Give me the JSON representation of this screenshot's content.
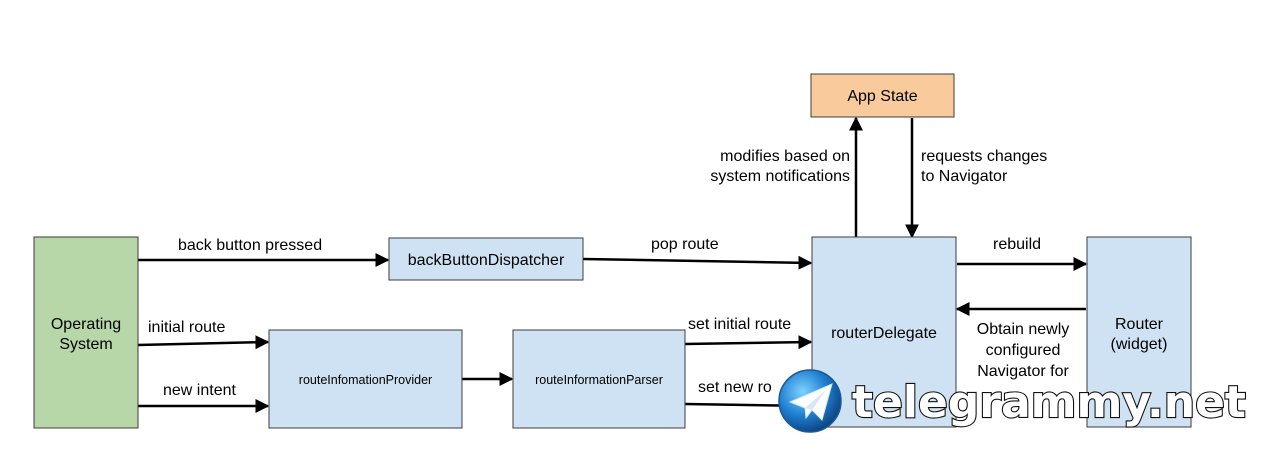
{
  "colors": {
    "os_fill": "#b7d7a8",
    "blue_fill": "#cfe2f3",
    "app_state_fill": "#f9cb9c",
    "stroke": "#3c3c3c"
  },
  "nodes": {
    "app_state": "App State",
    "operating_system": [
      "Operating",
      "System"
    ],
    "back_button_dispatcher": "backButtonDispatcher",
    "router_delegate": "routerDelegate",
    "router_widget": [
      "Router",
      "(widget)"
    ],
    "route_information_provider": "routeInfomationProvider",
    "route_information_parser": "routeInformationParser"
  },
  "edges": {
    "back_button_pressed": "back button pressed",
    "pop_route": "pop route",
    "initial_route": "initial route",
    "new_intent": "new intent",
    "set_initial_route": "set initial route",
    "set_new_route": "set new ro",
    "rebuild": "rebuild",
    "modifies": [
      "modifies based on",
      "system notifications"
    ],
    "requests": [
      "requests changes",
      "to Navigator"
    ],
    "obtain": [
      "Obtain newly",
      "configured",
      "Navigator for"
    ]
  },
  "watermark": {
    "text": "telegrammy.net",
    "icon": "telegram-logo-icon"
  }
}
